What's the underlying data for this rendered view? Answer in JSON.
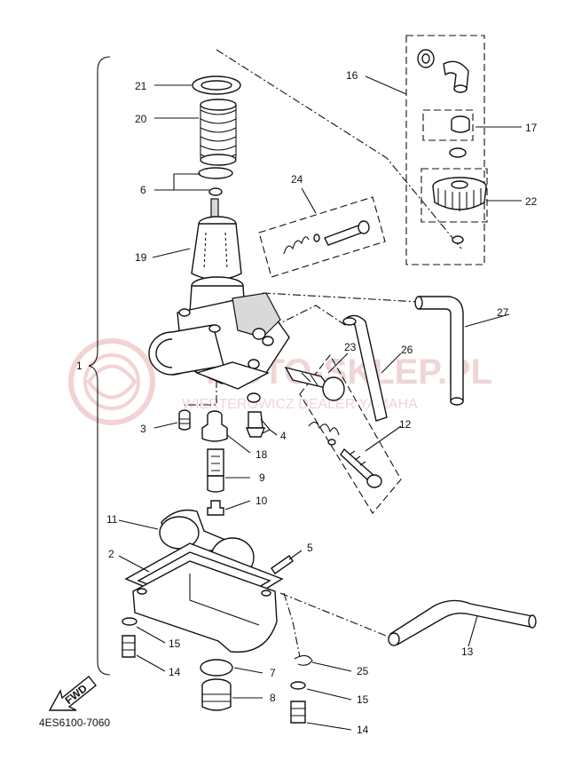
{
  "diagram_code": "4ES6100-7060",
  "fwd_label": "FWD",
  "watermark": {
    "brand": "MOTO-SKLEP.PL",
    "tagline": "WIERTEROWICZ DEALER YAMAHA"
  },
  "callouts": {
    "c1": "1",
    "c2": "2",
    "c3": "3",
    "c4": "4",
    "c5": "5",
    "c6": "6",
    "c7": "7",
    "c8": "8",
    "c9": "9",
    "c10": "10",
    "c11": "11",
    "c12": "12",
    "c13": "13",
    "c14a": "14",
    "c14b": "14",
    "c15a": "15",
    "c15b": "15",
    "c16": "16",
    "c17": "17",
    "c18": "18",
    "c19": "19",
    "c20": "20",
    "c21": "21",
    "c22": "22",
    "c23": "23",
    "c24": "24",
    "c25": "25",
    "c26": "26",
    "c27": "27"
  },
  "colors": {
    "ink": "#111111",
    "watermark": "#e8c4c4",
    "watermark_text": "#dba9a9"
  }
}
